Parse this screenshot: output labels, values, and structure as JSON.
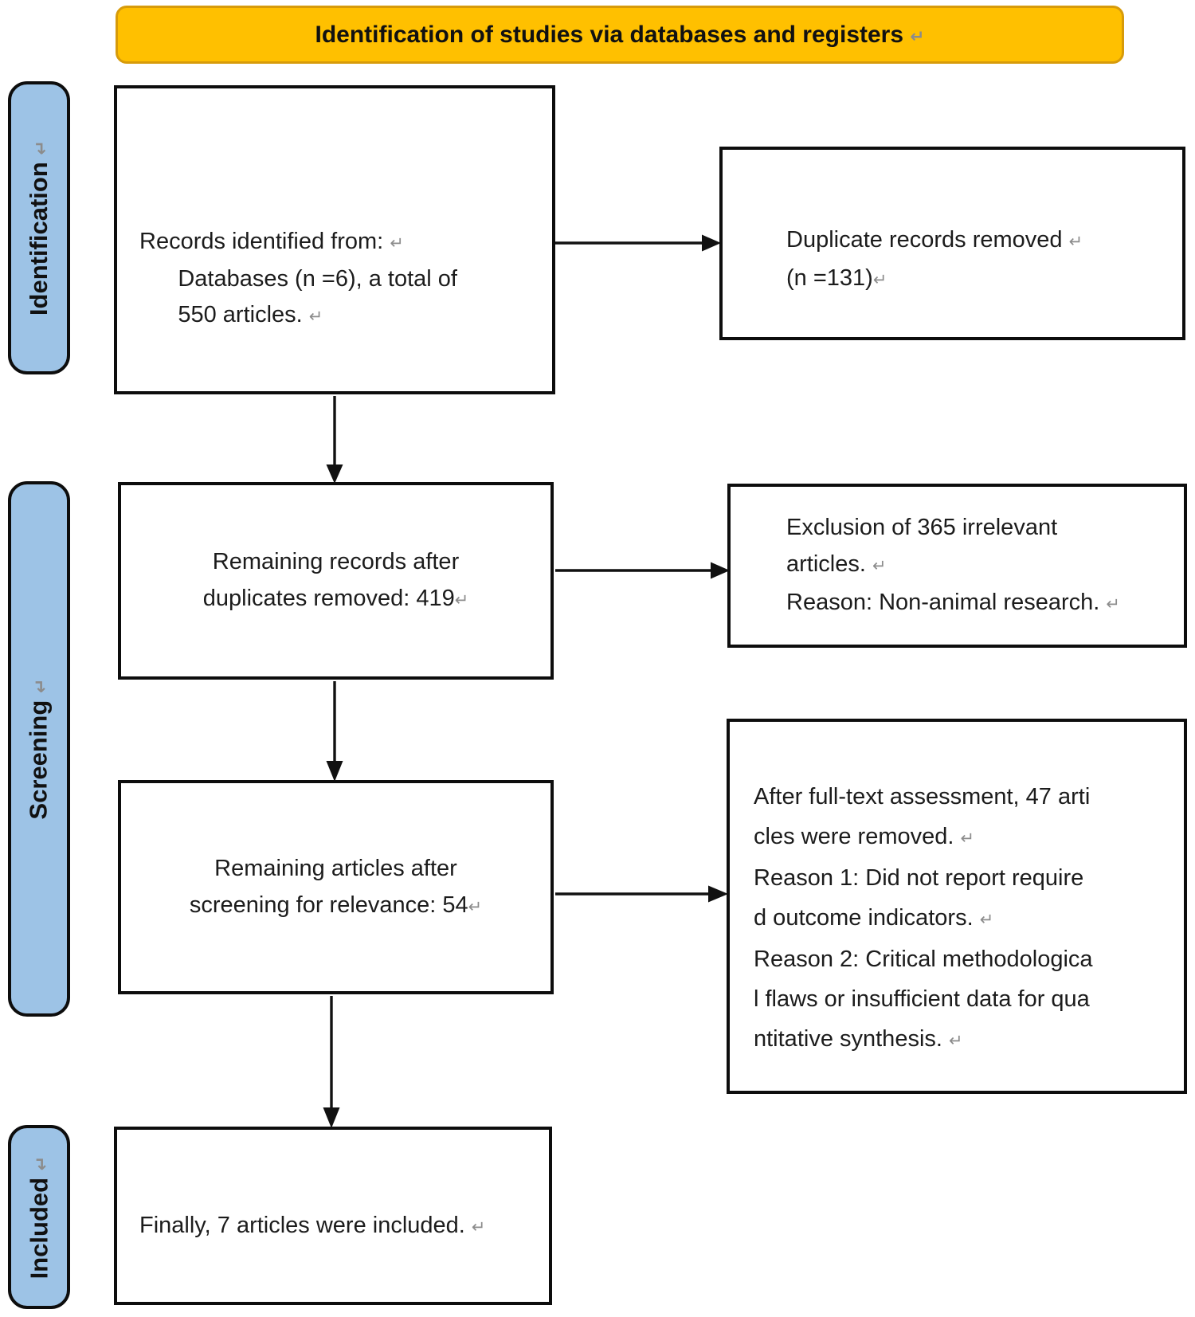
{
  "colors": {
    "banner_fill": "#FFC000",
    "banner_border": "#D79B0A",
    "stage_fill": "#9DC3E6",
    "box_border": "#0D0D0D"
  },
  "header": {
    "label": "Identification of studies via databases and registers ↵"
  },
  "stages": {
    "identification": {
      "label": "Identification ↵"
    },
    "screening": {
      "label": "Screening ↵"
    },
    "included": {
      "label": "Included ↵"
    }
  },
  "boxes": {
    "records_identified": {
      "text": "Records identified from: ↵\n      Databases (n =6), a total of\n      550 articles. ↵"
    },
    "duplicates_removed": {
      "text": "Duplicate records removed ↵\n(n =131)↵"
    },
    "remaining_after_duplicates": {
      "text": "Remaining records after\nduplicates removed: 419↵"
    },
    "exclusion_irrelevant": {
      "text": "Exclusion of 365 irrelevant\narticles. ↵\nReason: Non-animal research. ↵"
    },
    "remaining_after_screening": {
      "text": "Remaining articles after\nscreening for relevance: 54↵"
    },
    "fulltext_removal_reasons": {
      "text": "After full-text assessment, 47 arti\ncles were removed. ↵\nReason 1: Did not report require\nd outcome indicators. ↵\nReason 2: Critical methodologica\nl flaws or insufficient data for qua\nntitative synthesis. ↵"
    },
    "final_included": {
      "text": "Finally, 7 articles were included. ↵"
    }
  }
}
